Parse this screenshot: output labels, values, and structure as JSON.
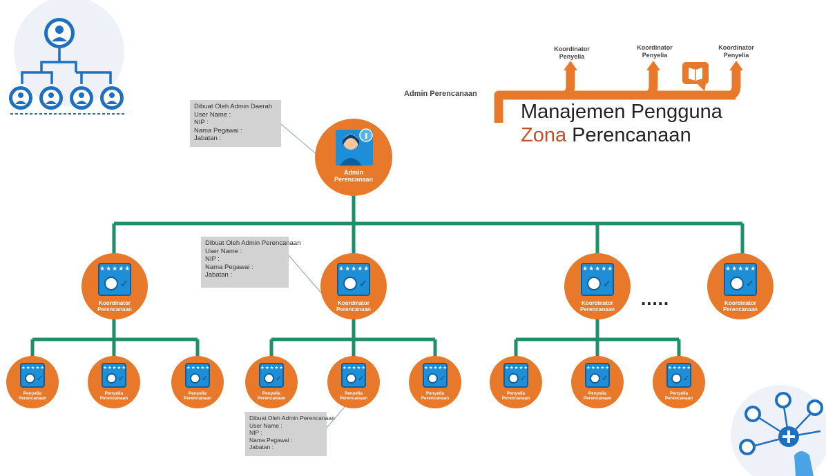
{
  "header": {
    "title_line1": "Manajemen Pengguna",
    "title_line2_accent": "Zona",
    "title_line2_rest": " Perencanaan",
    "admin_label": "Admin Perencanaan",
    "coordinators": [
      {
        "line1": "Koordinator",
        "line2": "Penyelia"
      },
      {
        "line1": "Koordinator",
        "line2": "Penyelia"
      },
      {
        "line1": "Koordinator",
        "line2": "Penyelia"
      }
    ]
  },
  "root": {
    "line1": "Admin",
    "line2": "Perencanaan"
  },
  "coordinator_nodes": [
    {
      "line1": "Koordinator",
      "line2": "Perencanaan"
    },
    {
      "line1": "Koordinator",
      "line2": "Perencanaan"
    },
    {
      "line1": "Koordinator",
      "line2": "Perencanaan"
    },
    {
      "line1": "Koordinator",
      "line2": "Perencanaan"
    }
  ],
  "ellipsis": ".....",
  "supervisor_nodes": [
    {
      "line1": "Penyelia",
      "line2": "Perencanaan"
    },
    {
      "line1": "Penyelia",
      "line2": "Perencanaan"
    },
    {
      "line1": "Penyelia",
      "line2": "Perencanaan"
    },
    {
      "line1": "Penyelia",
      "line2": "Perencanaan"
    },
    {
      "line1": "Penyelia",
      "line2": "Perencanaan"
    },
    {
      "line1": "Penyelia",
      "line2": "Perencanaan"
    },
    {
      "line1": "Penyelia",
      "line2": "Perencanaan"
    },
    {
      "line1": "Penyelia",
      "line2": "Perencanaan"
    },
    {
      "line1": "Penyelia",
      "line2": "Perencanaan"
    }
  ],
  "info_boxes": [
    {
      "title": "Dibuat Oleh Admin Daerah",
      "fields": [
        "User Name      :",
        "NIP                  :",
        "Nama Pegawai :",
        "Jabatan          :"
      ]
    },
    {
      "title": "Dibuat Oleh Admin Perencanaan",
      "fields": [
        "User Name      :",
        "NIP                  :",
        "Nama Pegawai :",
        "Jabatan          :"
      ]
    },
    {
      "title": "Dibuat Oleh Admin Perencanaan",
      "fields": [
        "User Name      :",
        "NIP                  :",
        "Nama Pegawai :",
        "Jabatan          :"
      ]
    }
  ],
  "colors": {
    "orange": "#e8792b",
    "green": "#1f8f6a",
    "blue": "#1e8fd6",
    "accent_red": "#c0502a",
    "gray_box": "#d2d2d2"
  },
  "icons": [
    "hierarchy-icon",
    "network-add-icon",
    "book-icon",
    "star-card-icon",
    "admin-person-icon"
  ]
}
